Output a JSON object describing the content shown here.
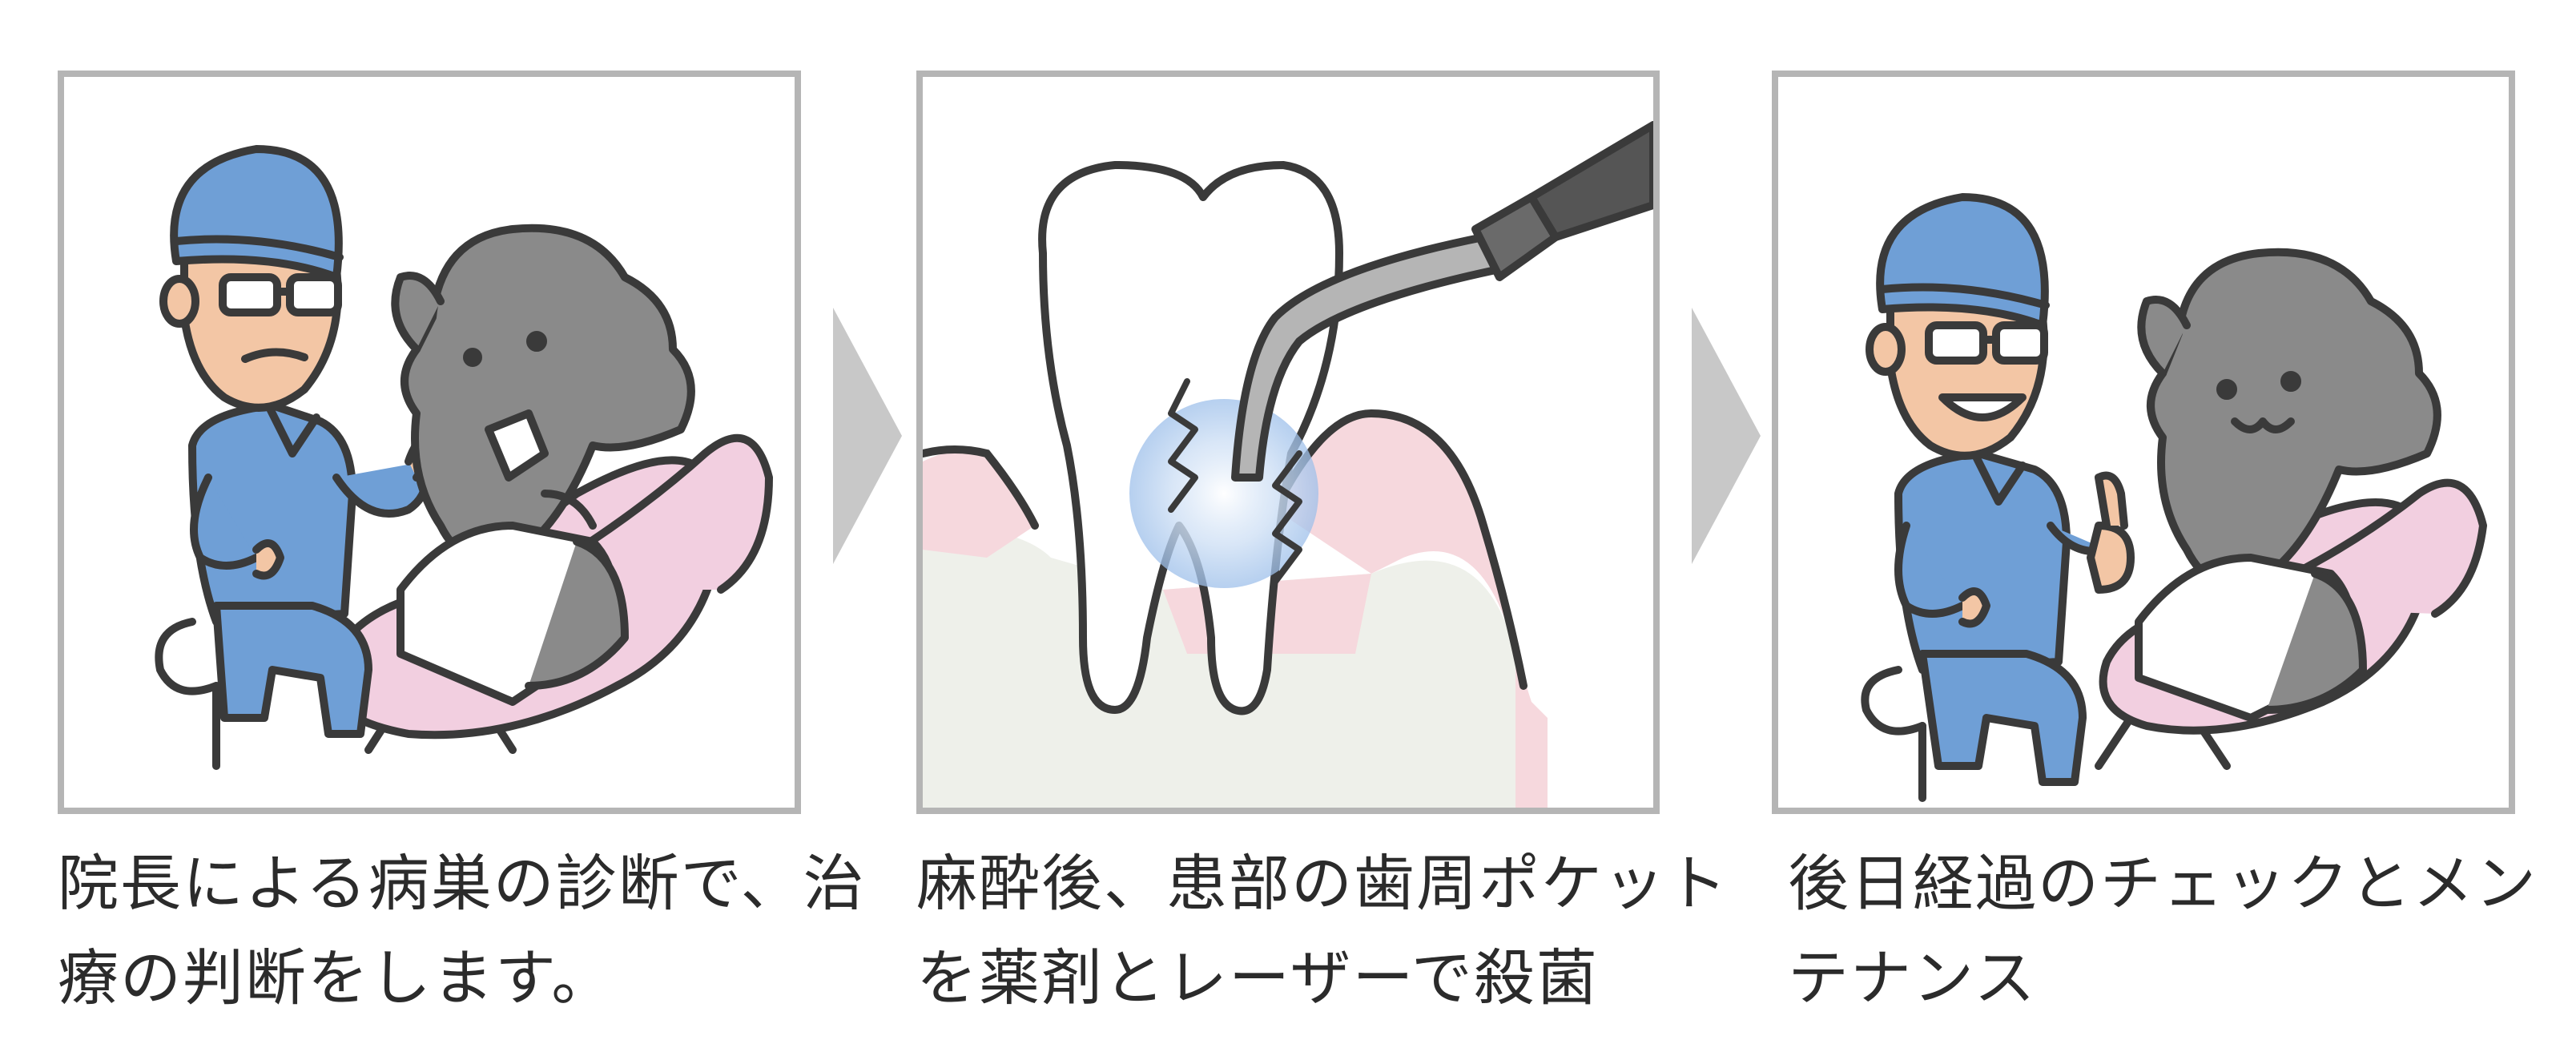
{
  "steps": [
    {
      "caption_lines": [
        "院長による病巣の診断で、治",
        "療の判断をします。"
      ],
      "icons": [
        "doctor-icon",
        "dog-patient-icon",
        "dental-chair-icon"
      ]
    },
    {
      "caption_lines": [
        "麻酔後、患部の歯周ポケット",
        "を薬剤とレーザーで殺菌"
      ],
      "icons": [
        "tooth-icon",
        "gum-icon",
        "laser-probe-icon"
      ]
    },
    {
      "caption_lines": [
        "後日経過のチェックとメン",
        "テナンス"
      ],
      "icons": [
        "doctor-thumbs-up-icon",
        "happy-dog-icon",
        "dental-chair-icon"
      ]
    }
  ],
  "colors": {
    "panel_border": "#b5b5b5",
    "arrow": "#c8c8c8",
    "scrub_blue": "#6f9fd6",
    "skin": "#f3c6a5",
    "dog_gray": "#8a8a8a",
    "chair_pink": "#f2cfe0",
    "gum_pink": "#f6d8dd",
    "bone": "#eef0ea",
    "outline": "#3a3a3a"
  }
}
